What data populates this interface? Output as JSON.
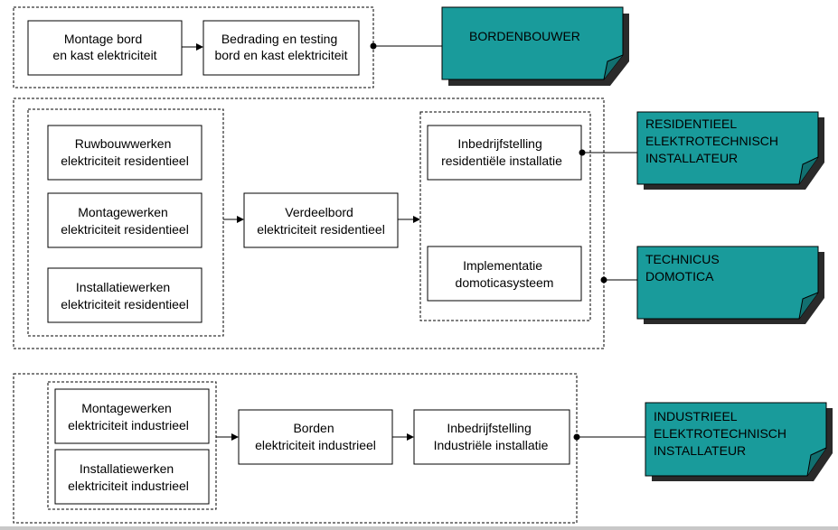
{
  "colors": {
    "note_fill": "#199b9b",
    "note_shadow": "#2a2a2a",
    "box_border": "#000000",
    "group_border": "#000000"
  },
  "groups": {
    "bordenbouwer": {
      "steps": [
        {
          "lines": [
            "Montage bord",
            "en kast elektriciteit"
          ]
        },
        {
          "lines": [
            "Bedrading en testing",
            "bord en kast elektriciteit"
          ]
        }
      ],
      "role": {
        "lines": [
          "BORDENBOUWER"
        ]
      }
    },
    "residentieel": {
      "steps": [
        {
          "lines": [
            "Ruwbouwwerken",
            "elektriciteit residentieel"
          ]
        },
        {
          "lines": [
            "Montagewerken",
            "elektriciteit residentieel"
          ]
        },
        {
          "lines": [
            "Installatiewerken",
            "elektriciteit residentieel"
          ]
        },
        {
          "lines": [
            "Verdeelbord",
            "elektriciteit residentieel"
          ]
        },
        {
          "lines": [
            "Inbedrijfstelling",
            "residentiële installatie"
          ]
        },
        {
          "lines": [
            "Implementatie",
            "domoticasysteem"
          ]
        }
      ],
      "roles": [
        {
          "lines": [
            "RESIDENTIEEL",
            "ELEKTROTECHNISCH",
            "INSTALLATEUR"
          ]
        },
        {
          "lines": [
            "TECHNICUS",
            "DOMOTICA"
          ]
        }
      ]
    },
    "industrieel": {
      "steps": [
        {
          "lines": [
            "Montagewerken",
            "elektriciteit industrieel"
          ]
        },
        {
          "lines": [
            "Installatiewerken",
            "elektriciteit industrieel"
          ]
        },
        {
          "lines": [
            "Borden",
            "elektriciteit industrieel"
          ]
        },
        {
          "lines": [
            "Inbedrijfstelling",
            "Industriële  installatie"
          ]
        }
      ],
      "role": {
        "lines": [
          "INDUSTRIEEL",
          "ELEKTROTECHNISCH",
          "INSTALLATEUR"
        ]
      }
    }
  }
}
